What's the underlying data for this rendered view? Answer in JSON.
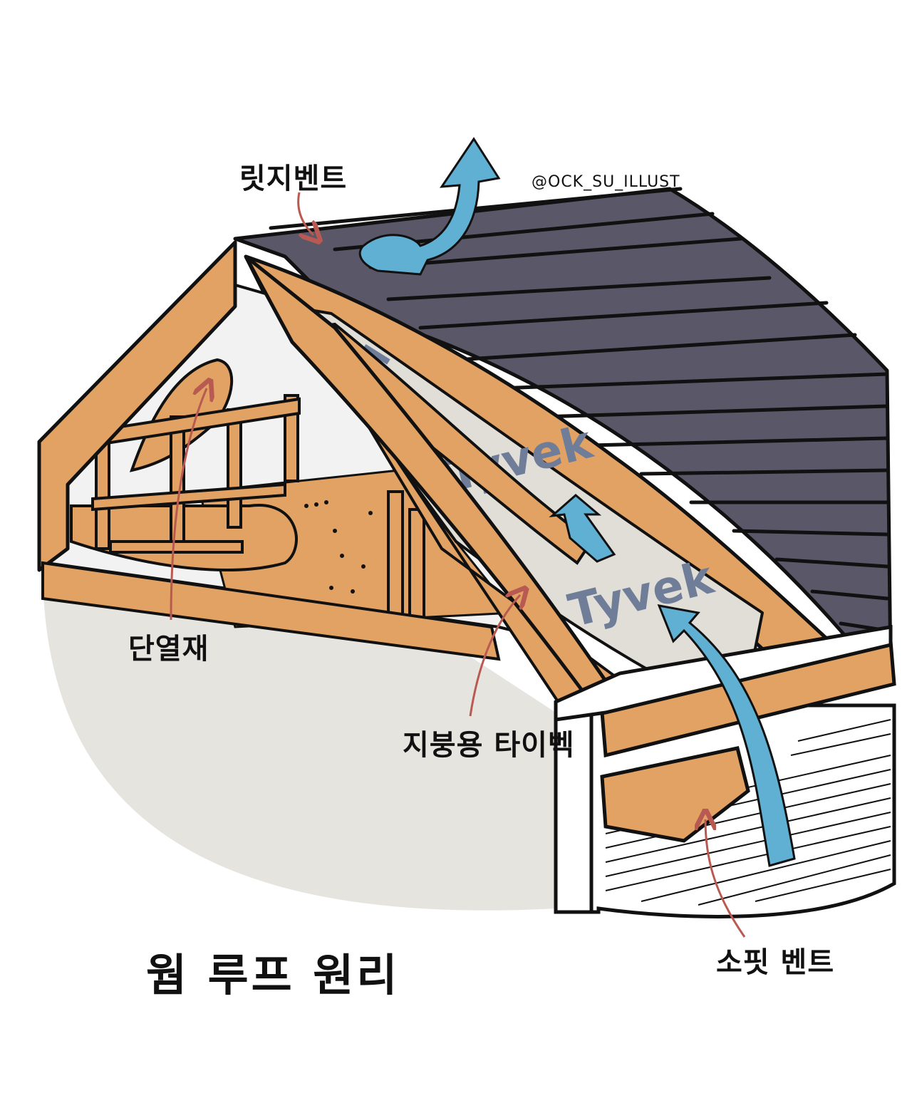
{
  "title": "웜 루프 원리",
  "credit": "@OCK_SU_ILLUST",
  "labels": {
    "ridge_vent": "릿지벤트",
    "insulation": "단열재",
    "roof_tyvek": "지붕용 타이벡",
    "soffit_vent": "소핏 벤트"
  },
  "membrane_print": [
    "T",
    "Tyvek",
    "Tyvek"
  ],
  "colors": {
    "roof_shingle": "#5a5868",
    "timber": "#e1a264",
    "membrane": "#e0ded6",
    "airflow": "#5fb0d3",
    "arrow_line": "#b95a52",
    "ground": "#e6e4de",
    "outline": "#111111"
  }
}
